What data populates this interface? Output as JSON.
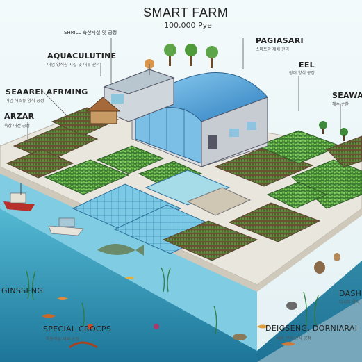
{
  "title": "SMART FARM",
  "subtitle": "100,000 Pye",
  "labels": {
    "shrill": "SHRILL",
    "shrill_note": "축산시설 및 공정",
    "aquaculture": "AQUACULUTINE",
    "aquaculture_note": "어업 양식장 시설 및 어류 관리",
    "seaweed_farming": "SEAAREI AFRMING",
    "seaweed_farming_note": "어업 해조류 양식 공정",
    "arzar": "ARZAR",
    "arzar_note": "육상 어선 공정",
    "pagiasari": "PAGIASARI",
    "pagiasari_note": "스마트팜 재배 관리",
    "eel": "EEL",
    "eel_note": "장어 양식 공정",
    "seawater": "SEAWARI",
    "seawater_note": "해수 순환",
    "ginseng": "GINSSENG",
    "dashia": "DASHIA",
    "dashia_note": "다시마 양식",
    "special_crops": "SPECIAL CROCPS",
    "special_crops_note": "특용작물 재배 공정",
    "deigseng": "DEIGSENG, DORNIARAI",
    "deigseng_note": "해삼 전복 양식 공정"
  },
  "colors": {
    "water": "#3fa9c6",
    "deck": "#e8e4da",
    "greenhouse": "#4b9fd8",
    "crop": "#4f8a3a",
    "soil": "#7a5a3c"
  }
}
